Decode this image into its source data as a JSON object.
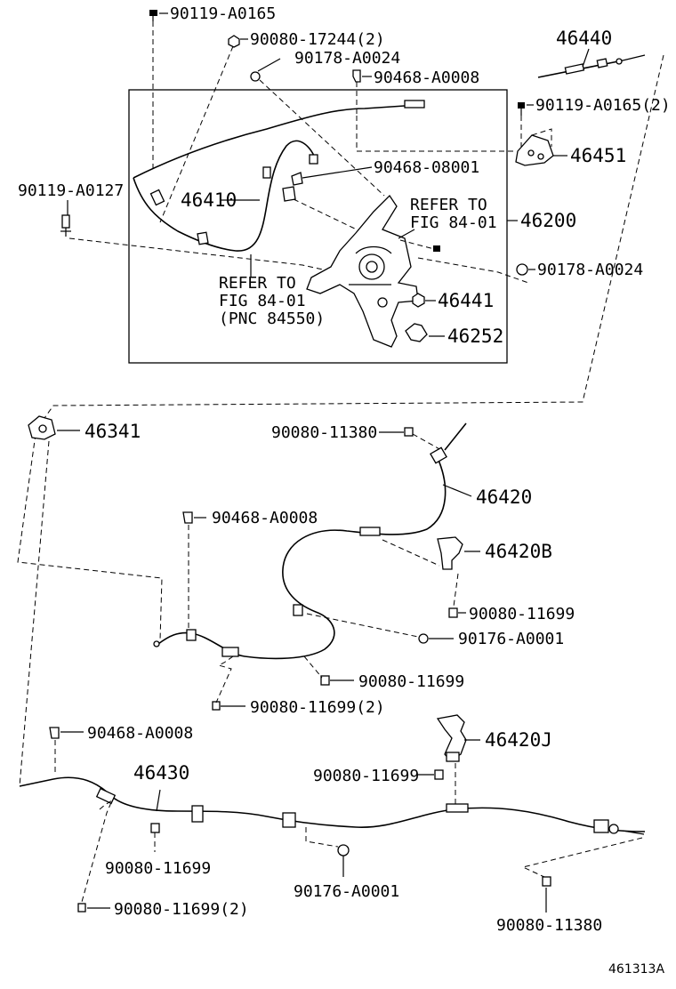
{
  "labels": {
    "p90119_a0165": "90119-A0165",
    "p90080_17244": "90080-17244(2)",
    "p90178_a0024_top": "90178-A0024",
    "p90468_a0008_top": "90468-A0008",
    "p46440": "46440",
    "p90119_a0165_2": "90119-A0165(2)",
    "p46451": "46451",
    "p90468_08001": "90468-08001",
    "p90119_a0127": "90119-A0127",
    "p46410": "46410",
    "refer1_line1": "REFER TO",
    "refer1_line2": "FIG 84-01",
    "p46200": "46200",
    "p90178_a0024_right": "90178-A0024",
    "refer2_line1": "REFER TO",
    "refer2_line2": "FIG 84-01",
    "refer2_line3": "(PNC 84550)",
    "p46441": "46441",
    "p46252": "46252",
    "p46341": "46341",
    "p90080_11380_top": "90080-11380",
    "p46420": "46420",
    "p90468_a0008_mid": "90468-A0008",
    "p46420b": "46420B",
    "p90080_11699_a": "90080-11699",
    "p90176_a0001_mid": "90176-A0001",
    "p90080_11699_b": "90080-11699",
    "p90080_11699_2_mid": "90080-11699(2)",
    "p90468_a0008_low": "90468-A0008",
    "p46420j": "46420J",
    "p46430": "46430",
    "p90080_11699_c": "90080-11699",
    "p90080_11699_d": "90080-11699",
    "p90176_a0001_low": "90176-A0001",
    "p90080_11699_2_low": "90080-11699(2)",
    "p90080_11380_low": "90080-11380",
    "figure_code": "461313A"
  }
}
